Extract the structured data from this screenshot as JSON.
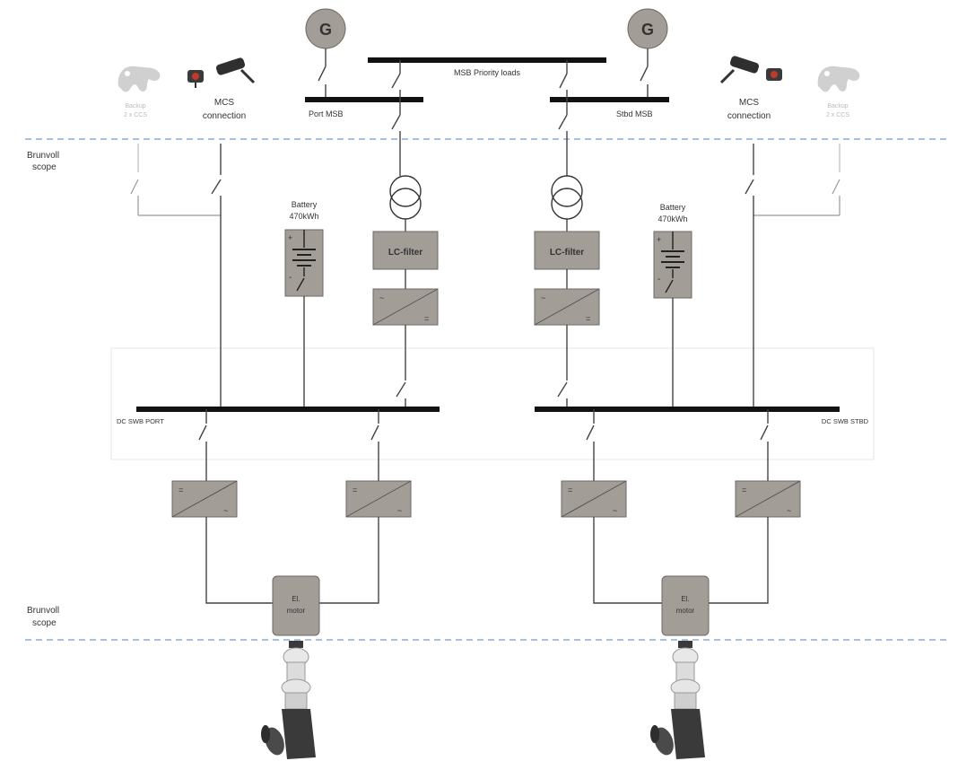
{
  "labels": {
    "generator": "G",
    "msb_priority": "MSB Priority loads",
    "port_msb": "Port MSB",
    "stbd_msb": "Stbd MSB",
    "mcs_line1": "MCS",
    "mcs_line2": "connection",
    "backup_line1": "Backup",
    "backup_line2": "2 x CCS",
    "scope_line1": "Brunvoll",
    "scope_line2": "scope",
    "battery_line1": "Battery",
    "battery_line2": "470kWh",
    "battery_plus": "+",
    "battery_minus": "-",
    "lc_filter": "LC-filter",
    "ac_sym": "~",
    "dc_sym": "=",
    "dc_swb_port": "DC SWB PORT",
    "dc_swb_stbd": "DC SWB STBD",
    "motor_line1": "El.",
    "motor_line2": "motor"
  },
  "colors": {
    "box_fill": "#a39d98",
    "lc_text": "#1f4d2a",
    "scope_line": "#6d9ad0",
    "bus": "#111111"
  },
  "icons": {
    "mcs": "ev-charging-plug-icon",
    "backup": "ccs-charger-icon",
    "thruster": "azimuth-thruster-icon"
  }
}
